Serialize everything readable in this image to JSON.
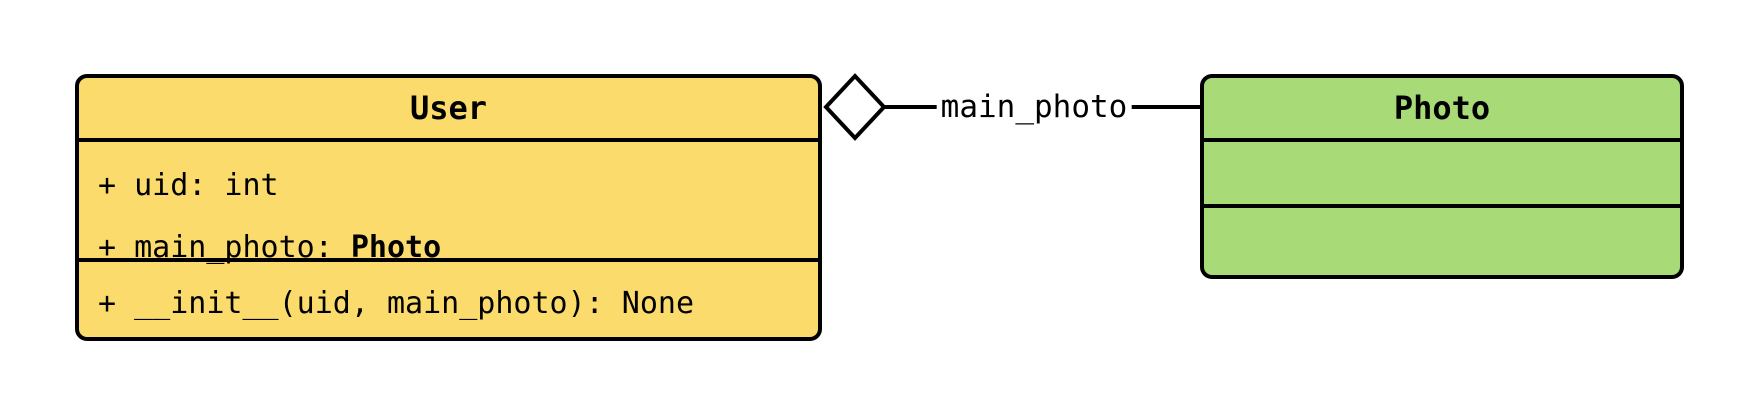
{
  "user_class": {
    "title": "User",
    "fill": "#fbdb6b",
    "attributes": {
      "uid": "+ uid: int",
      "main_photo_prefix": "+ main_photo: ",
      "main_photo_type": "Photo"
    },
    "methods": {
      "init": "+ __init__(uid, main_photo): None"
    }
  },
  "photo_class": {
    "title": "Photo",
    "fill": "#a8db77",
    "attributes": {},
    "methods": {}
  },
  "relation": {
    "type": "aggregation",
    "diamond_icon": "hollow-diamond",
    "label": "main_photo",
    "line_color": "#000000",
    "from": "User",
    "to": "Photo"
  }
}
